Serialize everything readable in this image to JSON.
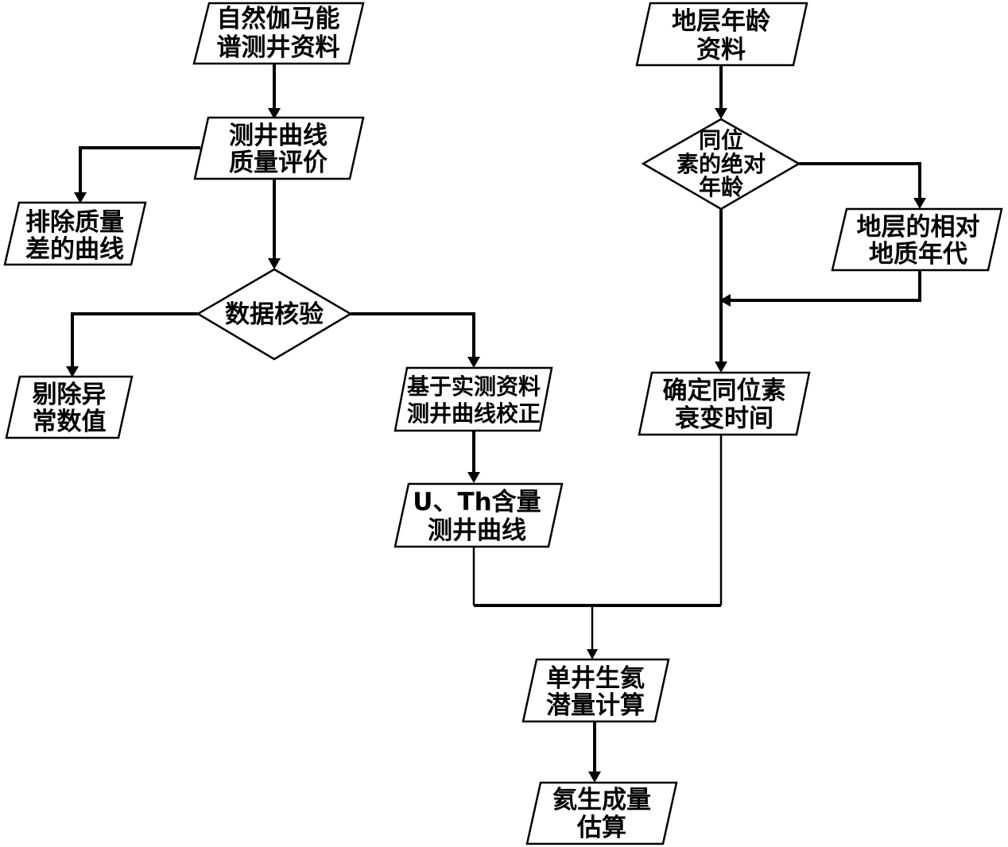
{
  "nodes": {
    "gamma_log_data": {
      "line1": "自然伽马能",
      "line2": "谱测井资料"
    },
    "strata_age_data": {
      "line1": "地层年龄",
      "line2": "资料"
    },
    "curve_quality": {
      "line1": "测井曲线",
      "line2": "质量评价"
    },
    "remove_bad_curves": {
      "line1": "排除质量",
      "line2": "差的曲线"
    },
    "isotope_absolute_age": {
      "line1": "同位",
      "line2": "素的绝对",
      "line3": "年龄"
    },
    "relative_geologic_age": {
      "line1": "地层的相对",
      "line2": "地质年代"
    },
    "data_check": {
      "line1": "数据核验"
    },
    "remove_outliers": {
      "line1": "剔除异",
      "line2": "常数值"
    },
    "curve_calibration": {
      "line1": "基于实测资料",
      "line2": "测井曲线校正"
    },
    "decay_time": {
      "line1": "确定同位素",
      "line2": "衰变时间"
    },
    "u_th_curve": {
      "line1": "U、Th含量",
      "line2": "测井曲线"
    },
    "single_well_potential": {
      "line1": "单井生氦",
      "line2": "潜量计算"
    },
    "helium_generation": {
      "line1": "氦生成量",
      "line2": "估算"
    }
  }
}
